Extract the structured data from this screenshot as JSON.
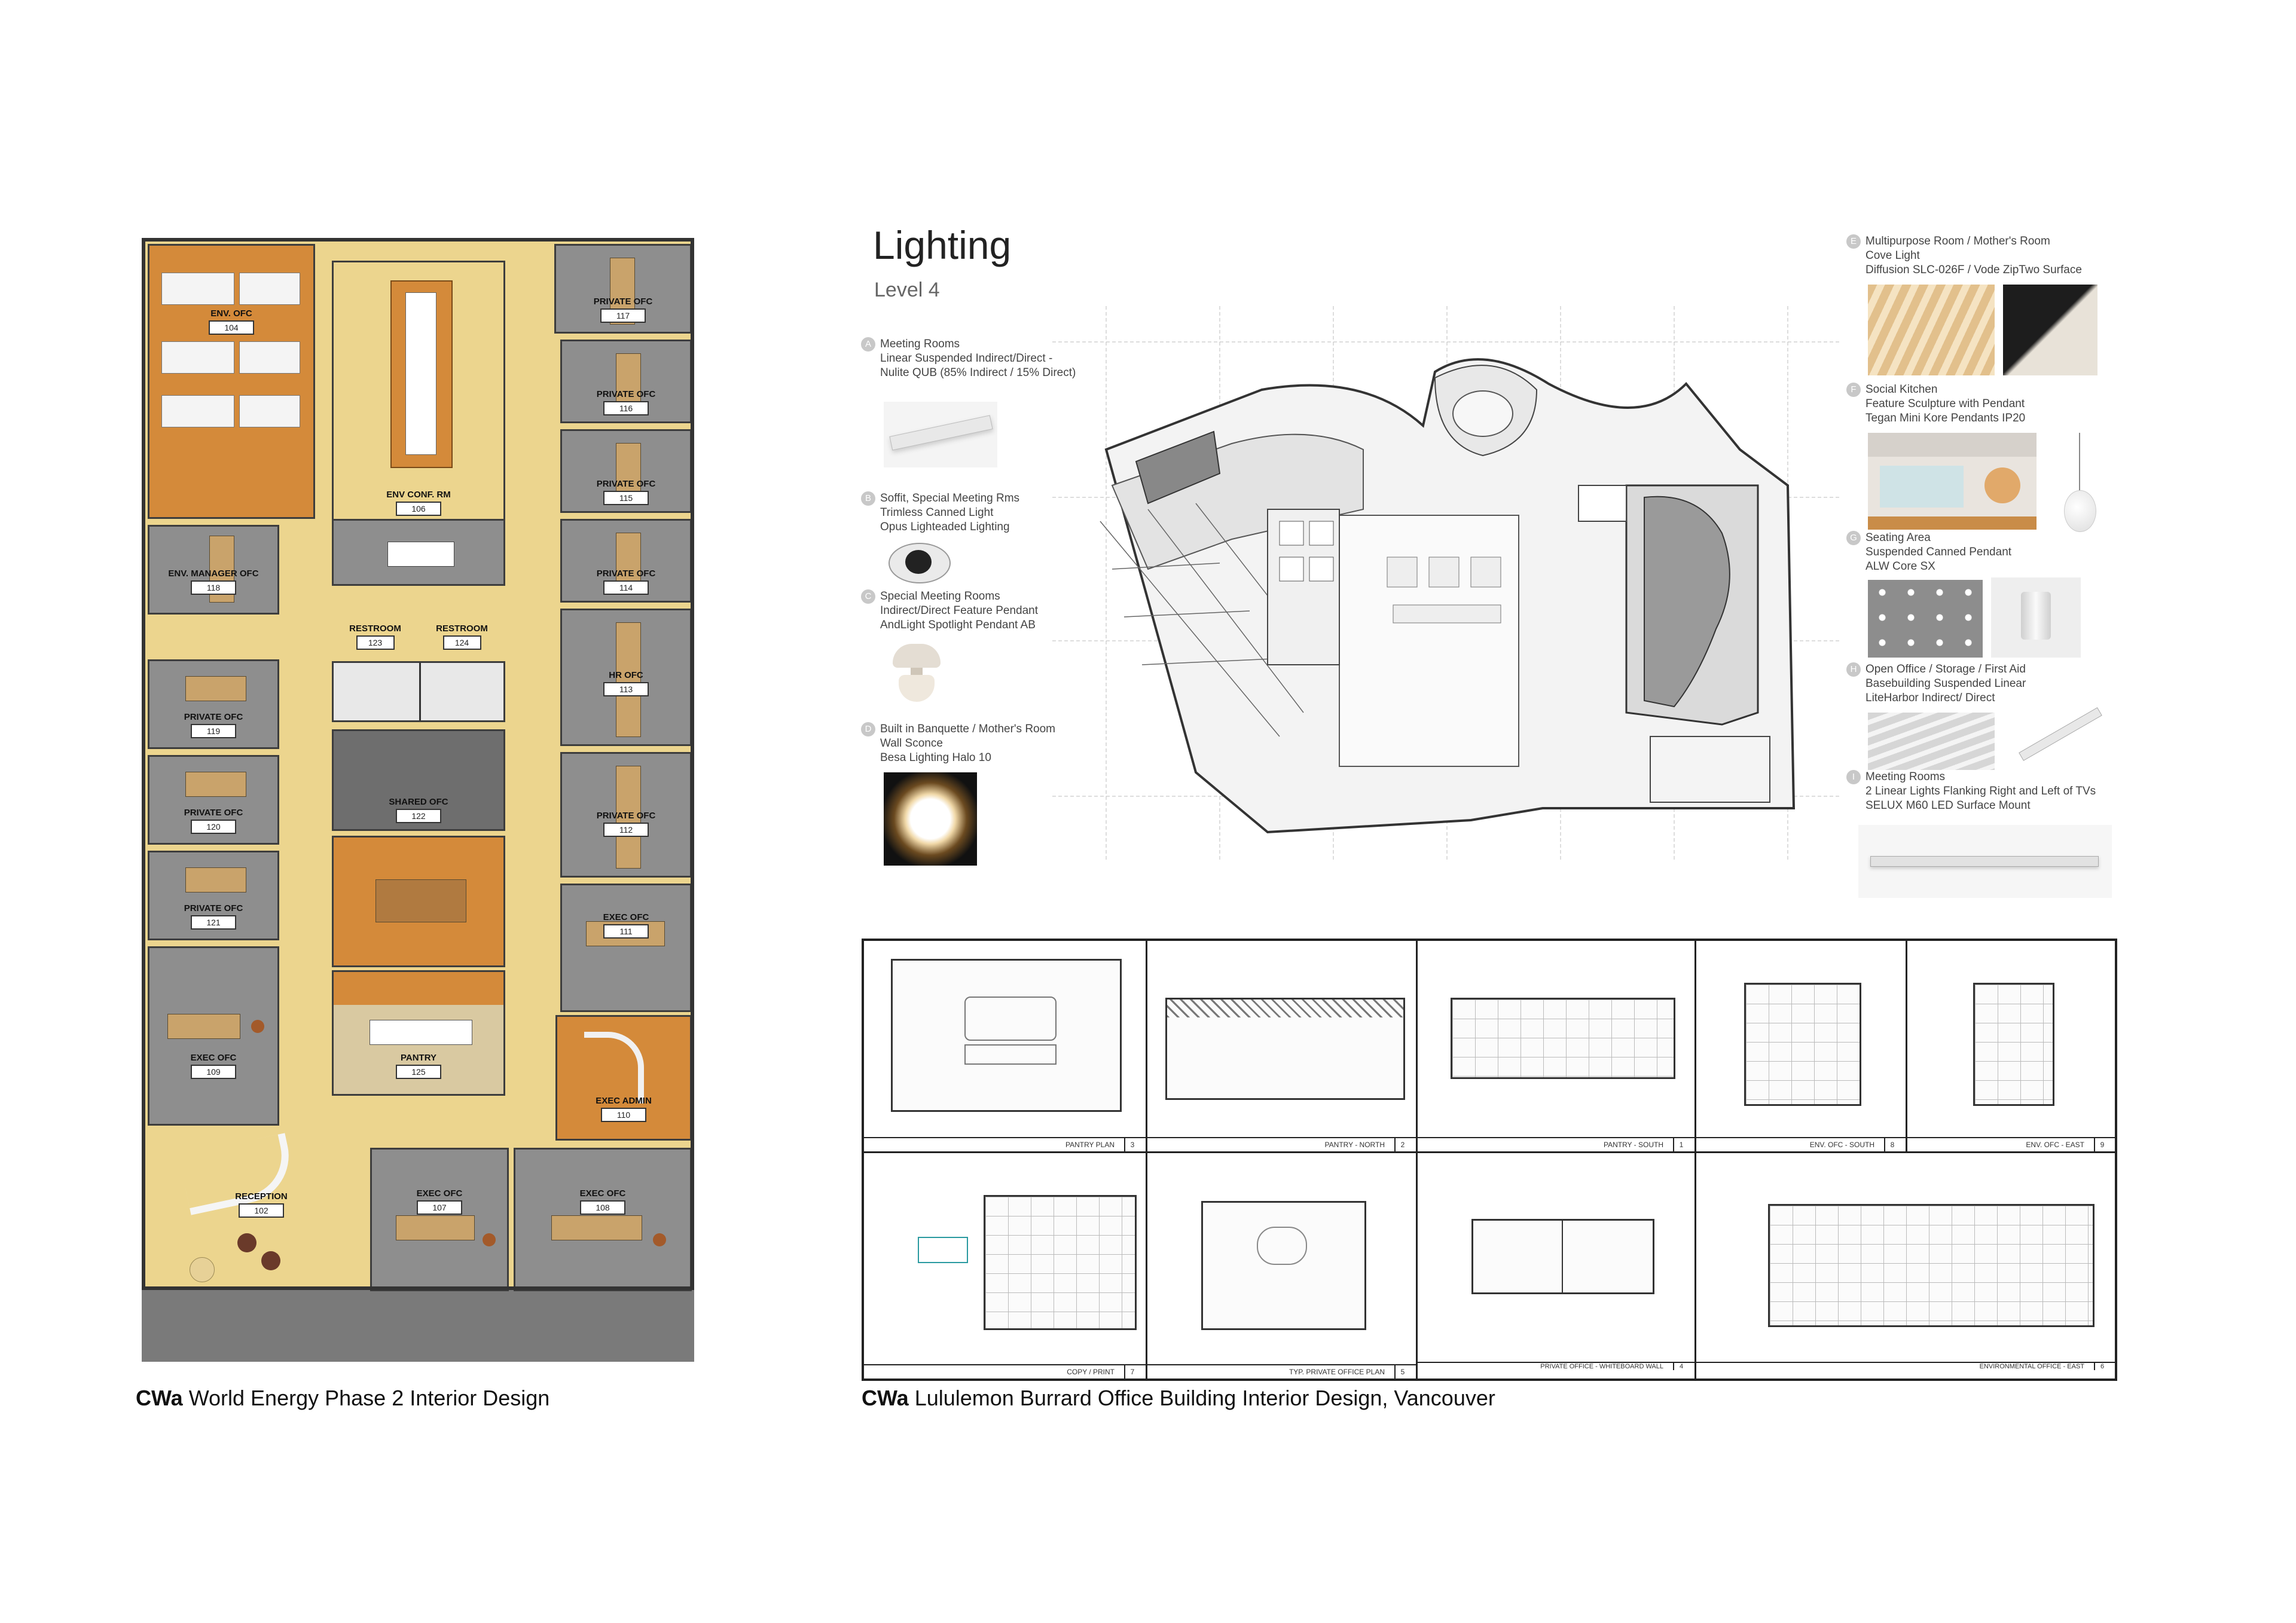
{
  "floor_plan": {
    "rooms": [
      {
        "name": "ENV. OFC",
        "number": "104"
      },
      {
        "name": "ENV CONF. RM",
        "number": "106"
      },
      {
        "name": "PRIVATE OFC",
        "number": "117"
      },
      {
        "name": "PRIVATE OFC",
        "number": "116"
      },
      {
        "name": "PRIVATE OFC",
        "number": "115"
      },
      {
        "name": "PRIVATE OFC",
        "number": "114"
      },
      {
        "name": "ENV. MANAGER OFC",
        "number": "118"
      },
      {
        "name": "RESTROOM",
        "number": "123"
      },
      {
        "name": "RESTROOM",
        "number": "124"
      },
      {
        "name": "HR OFC",
        "number": "113"
      },
      {
        "name": "PRIVATE OFC",
        "number": "119"
      },
      {
        "name": "SHARED OFC",
        "number": "122"
      },
      {
        "name": "PRIVATE OFC",
        "number": "112"
      },
      {
        "name": "PRIVATE OFC",
        "number": "120"
      },
      {
        "name": "PRIVATE OFC",
        "number": "121"
      },
      {
        "name": "EXEC OFC",
        "number": "111"
      },
      {
        "name": "EXEC OFC",
        "number": "109"
      },
      {
        "name": "PANTRY",
        "number": "125"
      },
      {
        "name": "EXEC ADMIN",
        "number": "110"
      },
      {
        "name": "RECEPTION",
        "number": "102"
      },
      {
        "name": "EXEC OFC",
        "number": "107"
      },
      {
        "name": "EXEC OFC",
        "number": "108"
      }
    ]
  },
  "captions": {
    "left_brand": "CWa",
    "left_text": "World Energy Phase 2 Interior Design",
    "right_brand": "CWa",
    "right_text": "Lululemon Burrard Office Building Interior Design, Vancouver"
  },
  "lighting": {
    "title": "Lighting",
    "subtitle": "Level 4",
    "fixtures_left": [
      {
        "letter": "A",
        "lines": [
          "Meeting Rooms",
          "Linear Suspended Indirect/Direct -",
          "Nulite QUB (85% Indirect / 15% Direct)"
        ]
      },
      {
        "letter": "B",
        "lines": [
          "Soffit, Special Meeting Rms",
          "Trimless Canned Light",
          "Opus Lighteaded Lighting"
        ]
      },
      {
        "letter": "C",
        "lines": [
          "Special Meeting Rooms",
          "Indirect/Direct Feature Pendant",
          "AndLight Spotlight Pendant AB"
        ]
      },
      {
        "letter": "D",
        "lines": [
          "Built in Banquette / Mother's Room",
          "Wall Sconce",
          "Besa Lighting Halo 10"
        ]
      }
    ],
    "fixtures_right": [
      {
        "letter": "E",
        "lines": [
          "Multipurpose Room / Mother's Room",
          "Cove Light",
          "Diffusion SLC-026F / Vode ZipTwo Surface"
        ]
      },
      {
        "letter": "F",
        "lines": [
          "Social Kitchen",
          "Feature Sculpture with Pendant",
          "Tegan Mini Kore Pendants IP20"
        ]
      },
      {
        "letter": "G",
        "lines": [
          "Seating Area",
          "Suspended Canned Pendant",
          "ALW Core SX"
        ]
      },
      {
        "letter": "H",
        "lines": [
          "Open Office / Storage / First Aid",
          "Basebuilding Suspended Linear",
          "LiteHarbor Indirect/ Direct"
        ]
      },
      {
        "letter": "I",
        "lines": [
          "Meeting Rooms",
          "2 Linear Lights Flanking Right and Left of TVs",
          "SELUX M60 LED Surface Mount"
        ]
      }
    ]
  },
  "sheets": [
    {
      "title": "PANTRY PLAN",
      "number": "3"
    },
    {
      "title": "PANTRY - NORTH",
      "number": "2"
    },
    {
      "title": "PANTRY - SOUTH",
      "number": "1"
    },
    {
      "title": "ENV. OFC - SOUTH",
      "number": "8"
    },
    {
      "title": "ENV. OFC - EAST",
      "number": "9"
    },
    {
      "title": "COPY / PRINT",
      "number": "7"
    },
    {
      "title": "TYP. PRIVATE OFFICE PLAN",
      "number": "5"
    },
    {
      "title": "PRIVATE OFFICE - WHITEBOARD WALL",
      "number": "4"
    },
    {
      "title": "ENVIRONMENTAL OFFICE - EAST",
      "number": "6"
    }
  ],
  "colors": {
    "corridor": "#ecd58e",
    "office_gray": "#8e8e8e",
    "accent_orange": "#d48a3a",
    "wall": "#3d3d3d"
  }
}
